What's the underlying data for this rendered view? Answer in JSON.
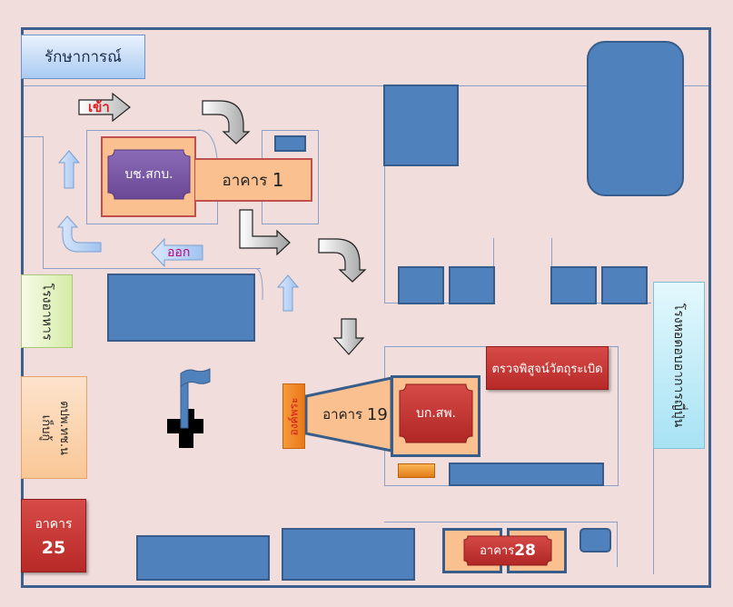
{
  "map": {
    "labels": {
      "guard": "รักษาการณ์",
      "enter": "เข้า",
      "exit": "ออก",
      "hq_purple": "บช.สกบ.",
      "building1": "อาคาร",
      "building1_num": "1",
      "canteen": "โรงอาหาร",
      "storage_line1": "เก็บกู้",
      "storage_line2": "ตปพ.ทช.น",
      "building25": "อาคาร",
      "building25_num": "25",
      "shrine": "องค์พระ",
      "building19": "อาคาร",
      "building19_num": "19",
      "hq_red": "บก.สพ.",
      "explosive_check": "ตรวจพิสูจน์วัตถุระเบิด",
      "japanese_hall": "โรงหอดอบอาการญี่ปุ่น",
      "building28": "อาคาร",
      "building28_num": "28"
    },
    "colors": {
      "background": "#f1dddc",
      "frame": "#3d5f8e",
      "building_blue": "#4f81bd",
      "orange_zone": "#fac090",
      "red_building": "#c0504d",
      "purple_building": "#7b5aa6",
      "enter_text": "#e02020",
      "exit_text": "#c0007a"
    }
  }
}
